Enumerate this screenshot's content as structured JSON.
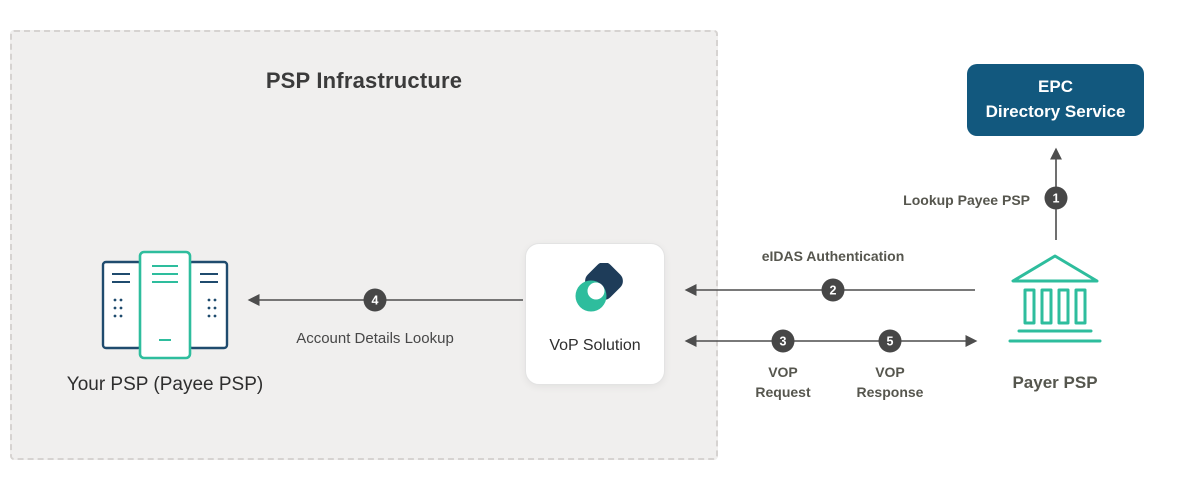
{
  "diagram": {
    "infrastructure_title": "PSP Infrastructure",
    "payee_psp": {
      "label": "Your PSP (Payee PSP)"
    },
    "vop_solution": {
      "label": "VoP Solution"
    },
    "epc": {
      "line1": "EPC",
      "line2": "Directory Service"
    },
    "payer_psp": {
      "label": "Payer PSP"
    }
  },
  "flows": {
    "lookup": {
      "num": "1",
      "label": "Lookup Payee PSP"
    },
    "eidas": {
      "num": "2",
      "label": "eIDAS Authentication"
    },
    "vop_request": {
      "num": "3",
      "label": "VOP\nRequest"
    },
    "account_lookup": {
      "num": "4",
      "label": "Account Details Lookup"
    },
    "vop_response": {
      "num": "5",
      "label": "VOP\nResponse"
    }
  },
  "colors": {
    "teal_accent": "#2ebd9d",
    "navy_accent": "#1f4b6e",
    "epc_background": "#12587e",
    "badge_background": "#474747",
    "infrastructure_background": "#f0efee",
    "arrow": "#4d4d4d"
  },
  "icons": {
    "servers": "payee-psp-servers-icon",
    "logo": "vop-solution-logo-icon",
    "bank": "payer-psp-bank-icon"
  }
}
